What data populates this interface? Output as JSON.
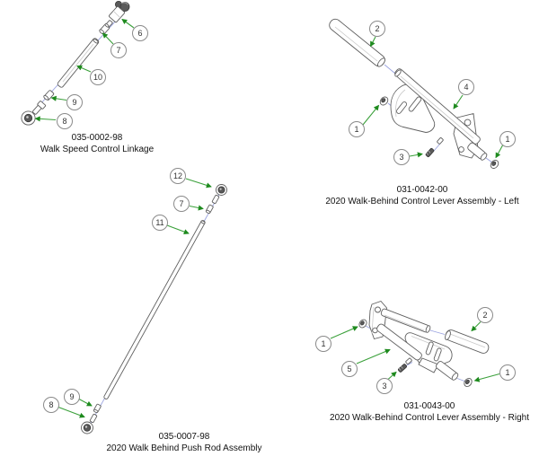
{
  "page": {
    "background": "#ffffff"
  },
  "colors": {
    "part_outline": "#5f5f5f",
    "arrow_green": "#3aa03a",
    "arrowhead_green": "#1e8a1e",
    "centerline_blue": "#9aa3e0",
    "callout_border": "#8a8a8a",
    "text": "#111111",
    "dark_part": "#5a5a5a"
  },
  "diagrams": [
    {
      "id": "walk-speed-control-linkage",
      "part_number": "035-0002-98",
      "title": "Walk Speed Control Linkage",
      "callouts": [
        {
          "number": "6"
        },
        {
          "number": "7"
        },
        {
          "number": "10"
        },
        {
          "number": "9"
        },
        {
          "number": "8"
        }
      ]
    },
    {
      "id": "control-lever-assembly-left",
      "part_number": "031-0042-00",
      "title": "2020 Walk-Behind Control Lever Assembly - Left",
      "callouts": [
        {
          "number": "2"
        },
        {
          "number": "4"
        },
        {
          "number": "1"
        },
        {
          "number": "3"
        },
        {
          "number": "1"
        }
      ]
    },
    {
      "id": "push-rod-assembly",
      "part_number": "035-0007-98",
      "title": "2020 Walk Behind Push Rod Assembly",
      "callouts": [
        {
          "number": "12"
        },
        {
          "number": "7"
        },
        {
          "number": "11"
        },
        {
          "number": "9"
        },
        {
          "number": "8"
        }
      ]
    },
    {
      "id": "control-lever-assembly-right",
      "part_number": "031-0043-00",
      "title": "2020 Walk-Behind Control Lever Assembly - Right",
      "callouts": [
        {
          "number": "1"
        },
        {
          "number": "2"
        },
        {
          "number": "5"
        },
        {
          "number": "3"
        },
        {
          "number": "1"
        }
      ]
    }
  ]
}
